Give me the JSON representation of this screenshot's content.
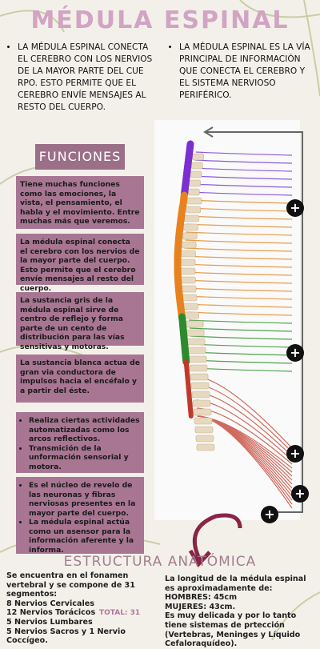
{
  "title": "MÉDULA ESPINAL",
  "intro": {
    "left": "LA MÉDULA ESPINAL CONECTA EL CEREBRO CON LOS NERVIOS DE LA MAYOR PARTE DEL CUE RPO. ESTO PERMITE QUE EL CEREBRO ENVÍE MENSAJES AL RESTO DEL CUERPO.",
    "right": "LA MÉDULA ESPINAL ES LA VÍA PRINCIPAL DE INFORMACIÓN QUE CONECTA EL CEREBRO Y EL SISTEMA NERVIOSO PERIFÉRICO."
  },
  "funciones": {
    "title": "FUNCIONES",
    "box1": "Tiene muchas funciones como las emociones, la vista, el pensamiento, el habla y el movimiento. Entre muchas más que veremos.",
    "box2": "La médula espinal conecta el cerebro con los nervios de la mayor parte del cuerpo. Esto permite que el cerebro envíe mensajes al resto del cuerpo.",
    "box3": "La sustancia gris de la médula espinal sirve de centro de reflejo y forma parte de un cento de distribución para las vías sensitivas y motoras.",
    "box4": "La sustancia blanca actua de gran via conductora de impulsos hacia el encéfalo y a partir del éste.",
    "box5_items": [
      "Realiza ciertas actividades automatizadas como los arcos reflectivos.",
      "Transmición de la unformación sensorial y motora."
    ],
    "box6_items": [
      "Es el núcleo de revelo de las neuronas y fibras nerviosas presentes en la mayor parte del cuerpo.",
      "La médula espinal actúa como un asensor para la información aferente y la informa."
    ]
  },
  "estructura": {
    "title": "ESTRUCTURA ANATÓMICA",
    "left_lines": [
      "Se encuentra en el fonamen vertebral y se compone de 31 segmentos:",
      "8 Nervios Cervicales",
      "12 Nervios Torácicos",
      "5 Nervios Lumbares",
      "5 Nervios Sacros y 1 Nervio Coccígeo."
    ],
    "total": "TOTAL: 31",
    "right_lines": [
      "La longitud de la médula espinal es aproximadamente de:",
      "HOMBRES: 45cm",
      "MUJERES: 43cm.",
      "Es muy delicada y por lo tanto tiene sistemas de prtección (Vertebras, Meninges y Líquido Cefaloraquídeo)."
    ]
  },
  "plus_symbol": "+",
  "colors": {
    "title": "#d2a4c3",
    "box": "#a87693",
    "cervical": "#7b2fd1",
    "thoracic": "#e8821e",
    "lumbar": "#2f8a2f",
    "sacral": "#c0392b"
  }
}
